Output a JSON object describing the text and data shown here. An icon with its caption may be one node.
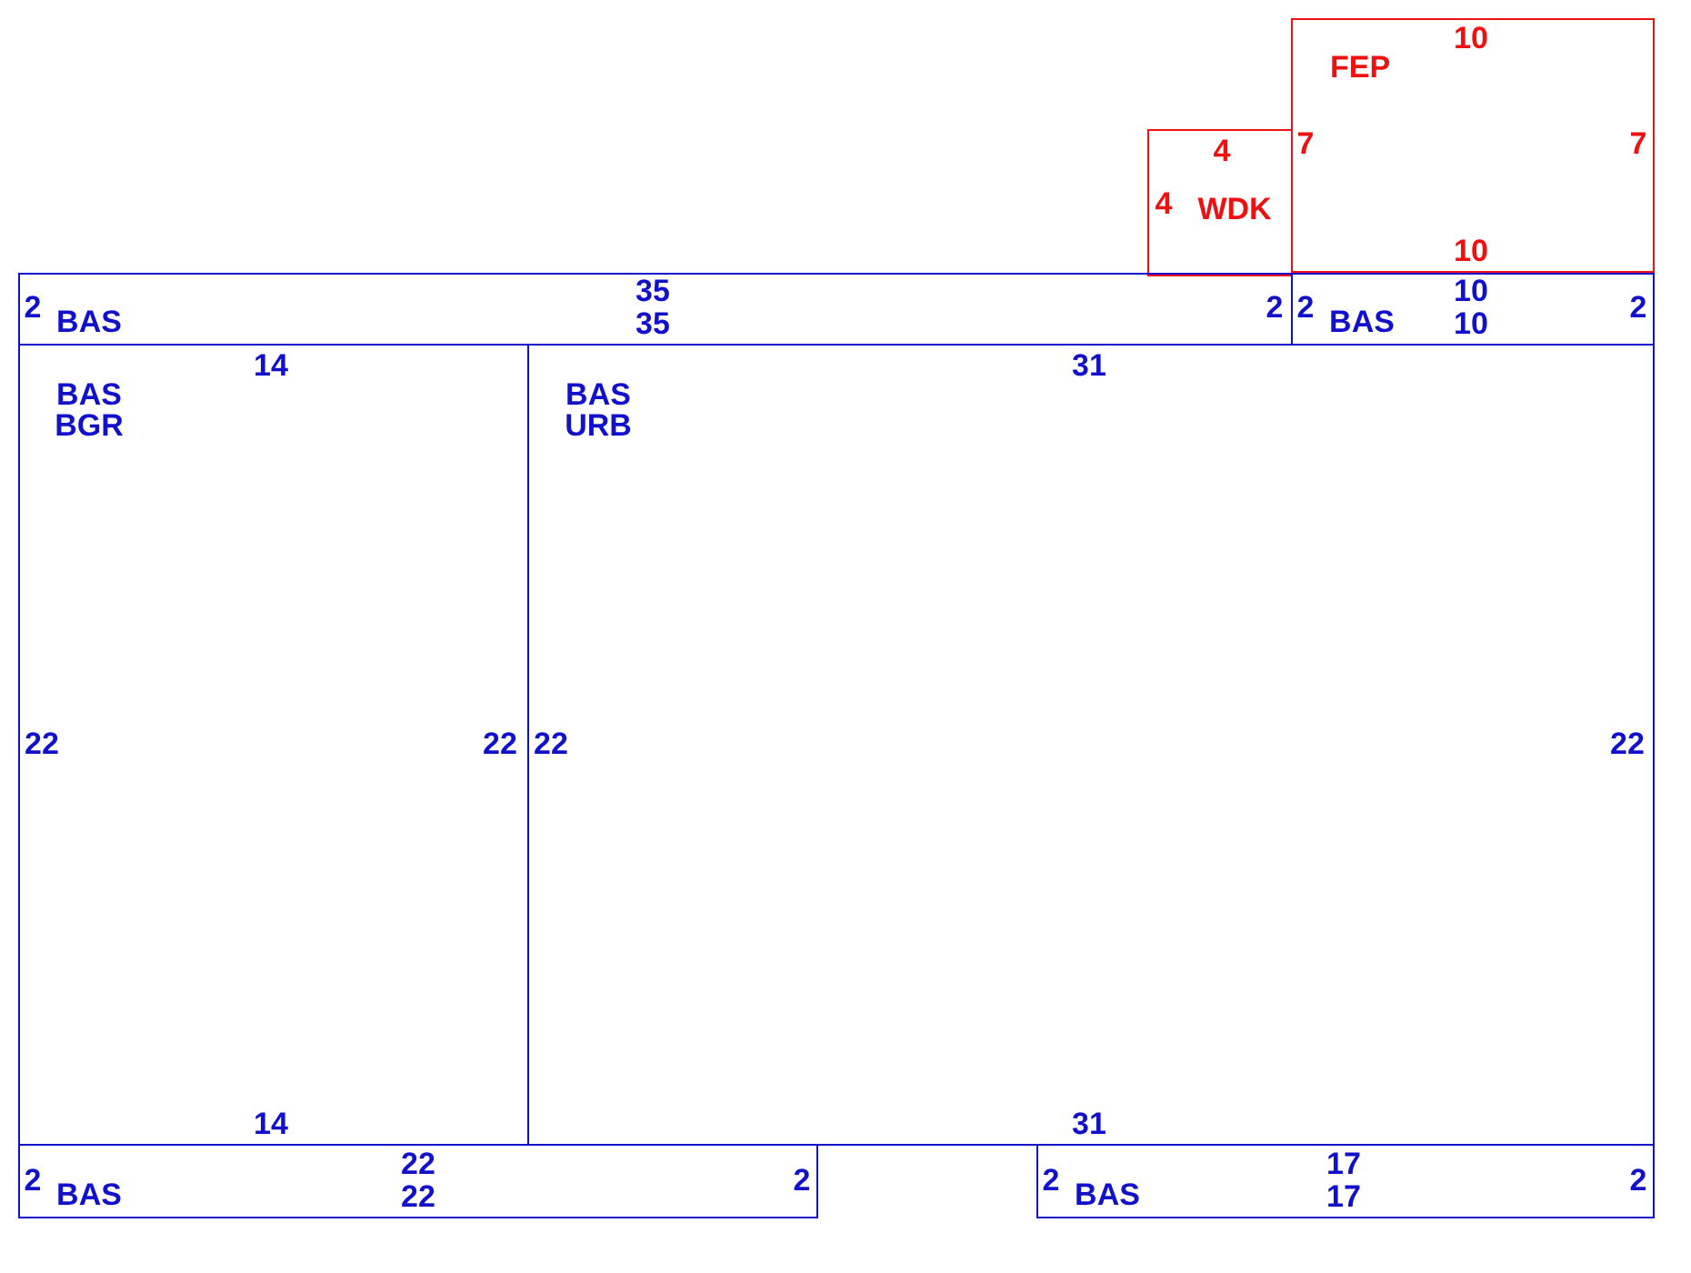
{
  "diagram": {
    "nodes": [
      {
        "text": [
          "10",
          "FEP",
          "7",
          "7",
          "10"
        ]
      },
      {
        "text": [
          "4",
          "4",
          "WDK"
        ]
      },
      {
        "text": [
          "35",
          "2",
          "BAS",
          "35",
          "2"
        ]
      },
      {
        "text": [
          "10",
          "2",
          "BAS",
          "10",
          "2"
        ]
      },
      {
        "text": [
          "14",
          "BAS",
          "BGR",
          "22",
          "22",
          "14"
        ]
      },
      {
        "text": [
          "31",
          "BAS",
          "URB",
          "22",
          "22",
          "31"
        ]
      },
      {
        "text": [
          "22",
          "2",
          "BAS",
          "22",
          "2"
        ]
      },
      {
        "text": [
          "17",
          "2",
          "BAS",
          "17",
          "2"
        ]
      }
    ]
  }
}
